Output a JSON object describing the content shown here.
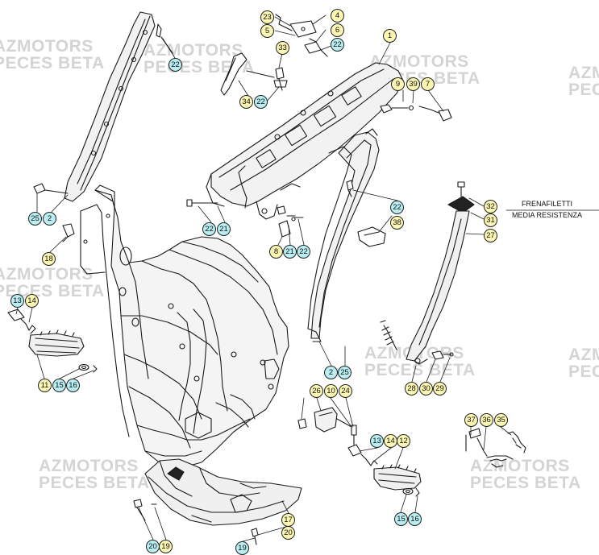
{
  "watermark": {
    "line1": "AZMOTORS",
    "line2": "PECES BETA"
  },
  "note": {
    "line1": "FRENAFILETTI",
    "line2": "MEDIA RESISTENZA"
  },
  "colors": {
    "callout_yellow": "#fbf6b2",
    "callout_cyan": "#b9eef2",
    "line": "#1a1a1a",
    "watermark": "#d4d4d4"
  },
  "callouts": [
    {
      "label": "1",
      "color": "yellow"
    },
    {
      "label": "23",
      "color": "yellow"
    },
    {
      "label": "5",
      "color": "yellow"
    },
    {
      "label": "4",
      "color": "yellow"
    },
    {
      "label": "6",
      "color": "yellow"
    },
    {
      "label": "22",
      "color": "cyan"
    },
    {
      "label": "22",
      "color": "cyan"
    },
    {
      "label": "33",
      "color": "yellow"
    },
    {
      "label": "34",
      "color": "yellow"
    },
    {
      "label": "22",
      "color": "cyan"
    },
    {
      "label": "9",
      "color": "yellow"
    },
    {
      "label": "39",
      "color": "yellow"
    },
    {
      "label": "7",
      "color": "yellow"
    },
    {
      "label": "25",
      "color": "cyan"
    },
    {
      "label": "2",
      "color": "cyan"
    },
    {
      "label": "18",
      "color": "yellow"
    },
    {
      "label": "22",
      "color": "cyan"
    },
    {
      "label": "21",
      "color": "cyan"
    },
    {
      "label": "22",
      "color": "cyan"
    },
    {
      "label": "38",
      "color": "yellow"
    },
    {
      "label": "8",
      "color": "yellow"
    },
    {
      "label": "21",
      "color": "cyan"
    },
    {
      "label": "22",
      "color": "cyan"
    },
    {
      "label": "32",
      "color": "yellow"
    },
    {
      "label": "31",
      "color": "yellow"
    },
    {
      "label": "27",
      "color": "yellow"
    },
    {
      "label": "13",
      "color": "cyan"
    },
    {
      "label": "14",
      "color": "yellow"
    },
    {
      "label": "11",
      "color": "yellow"
    },
    {
      "label": "15",
      "color": "cyan"
    },
    {
      "label": "16",
      "color": "cyan"
    },
    {
      "label": "2",
      "color": "cyan"
    },
    {
      "label": "25",
      "color": "cyan"
    },
    {
      "label": "28",
      "color": "yellow"
    },
    {
      "label": "30",
      "color": "yellow"
    },
    {
      "label": "29",
      "color": "yellow"
    },
    {
      "label": "26",
      "color": "yellow"
    },
    {
      "label": "10",
      "color": "yellow"
    },
    {
      "label": "24",
      "color": "yellow"
    },
    {
      "label": "37",
      "color": "yellow"
    },
    {
      "label": "36",
      "color": "yellow"
    },
    {
      "label": "35",
      "color": "yellow"
    },
    {
      "label": "13",
      "color": "cyan"
    },
    {
      "label": "14",
      "color": "yellow"
    },
    {
      "label": "12",
      "color": "yellow"
    },
    {
      "label": "15",
      "color": "cyan"
    },
    {
      "label": "16",
      "color": "cyan"
    },
    {
      "label": "17",
      "color": "yellow"
    },
    {
      "label": "20",
      "color": "yellow"
    },
    {
      "label": "20",
      "color": "cyan"
    },
    {
      "label": "19",
      "color": "yellow"
    },
    {
      "label": "19",
      "color": "cyan"
    }
  ]
}
